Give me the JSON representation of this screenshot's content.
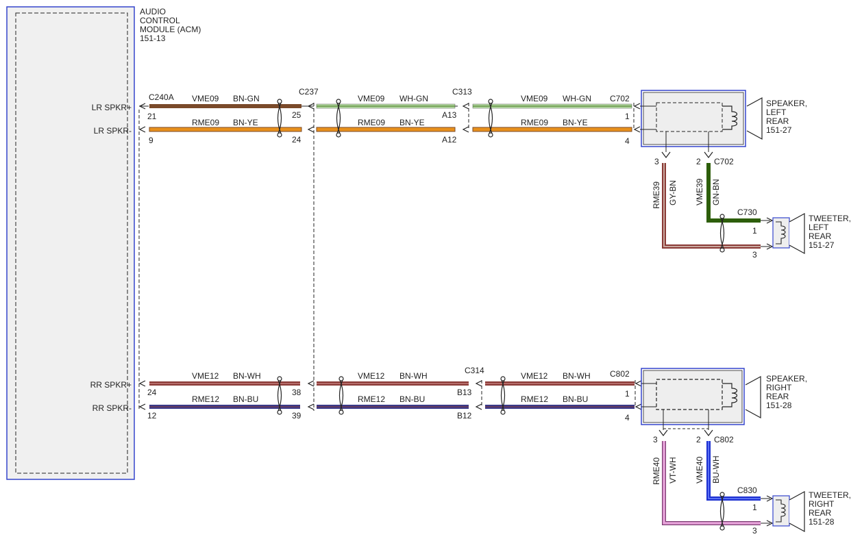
{
  "module": {
    "title_lines": [
      "AUDIO",
      "CONTROL",
      "MODULE (ACM)",
      "151-13"
    ],
    "pins": {
      "lr_plus": "LR SPKR+",
      "lr_minus": "LR SPKR-",
      "rr_plus": "RR SPKR+",
      "rr_minus": "RR SPKR-"
    }
  },
  "connectors": {
    "c240a": "C240A",
    "c237": "C237",
    "c313": "C313",
    "c702": "C702",
    "c702b": "C702",
    "c730": "C730",
    "c314": "C314",
    "c802": "C802",
    "c802b": "C802",
    "c830": "C830"
  },
  "pin_numbers": {
    "p21": "21",
    "p9": "9",
    "p25": "25",
    "p24": "24",
    "pA13": "A13",
    "pA12": "A12",
    "p1a": "1",
    "p4a": "4",
    "p3a": "3",
    "p2a": "2",
    "t1a": "1",
    "t3a": "3",
    "p24b": "24",
    "p12b": "12",
    "p38": "38",
    "p39": "39",
    "pB13": "B13",
    "pB12": "B12",
    "p1b": "1",
    "p4b": "4",
    "p3b": "3",
    "p2b": "2",
    "t1b": "1",
    "t3b": "3"
  },
  "circuits": {
    "vme09": "VME09",
    "rme09": "RME09",
    "vme12": "VME12",
    "rme12": "RME12",
    "rme39": "RME39",
    "vme39": "VME39",
    "rme40": "RME40",
    "vme40": "VME40"
  },
  "wire_colors": {
    "bn_gn": "BN-GN",
    "bn_ye": "BN-YE",
    "wh_gn": "WH-GN",
    "bn_wh": "BN-WH",
    "bn_bu": "BN-BU",
    "gy_bn": "GY-BN",
    "gn_bn": "GN-BN",
    "vt_wh": "VT-WH",
    "bu_wh": "BU-WH"
  },
  "components": {
    "spk_left": [
      "SPEAKER,",
      "LEFT",
      "REAR",
      "151-27"
    ],
    "tw_left": [
      "TWEETER,",
      "LEFT",
      "REAR",
      "151-27"
    ],
    "spk_right": [
      "SPEAKER,",
      "RIGHT",
      "REAR",
      "151-28"
    ],
    "tw_right": [
      "TWEETER,",
      "RIGHT",
      "REAR",
      "151-28"
    ]
  },
  "palette": {
    "brown": "#7a4a2a",
    "orange": "#e8901c",
    "red_brown": "#8a3a36",
    "navy": "#3a3a8a",
    "green_dark": "#2d5e0a",
    "light_green": "#b9e0a6",
    "pink": "#e7a3da",
    "blue": "#1c2fd0",
    "gray_brown": "#9a7a72",
    "module_border": "#3344cc"
  }
}
